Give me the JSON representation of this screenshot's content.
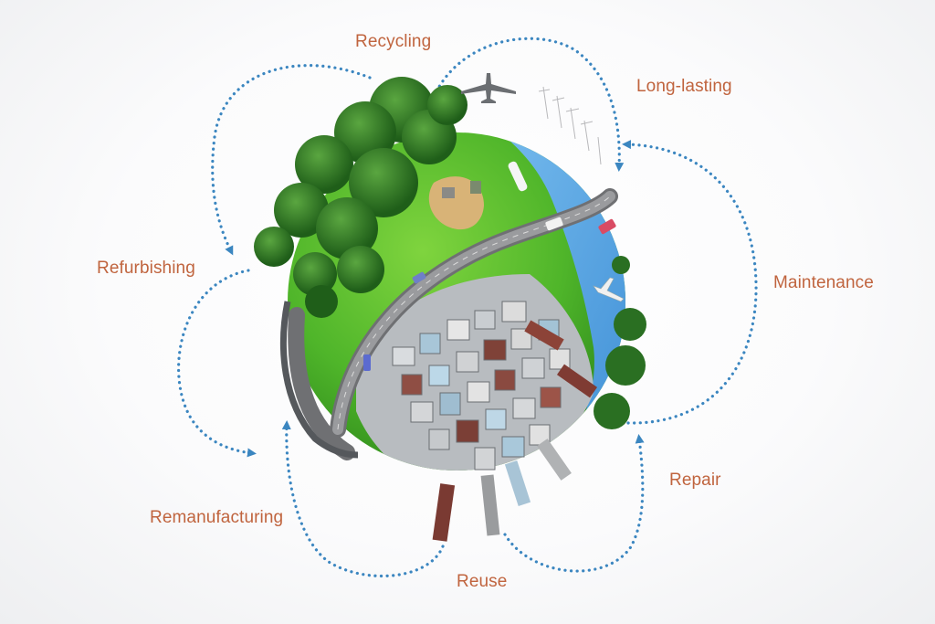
{
  "diagram": {
    "type": "circular-economy-cycle",
    "center_image": "globe-with-forest-river-highway-city",
    "colors": {
      "label_text": "#c0643e",
      "arrow": "#3b86c0",
      "background": "#fbfbfc",
      "grass": "#4fb52a",
      "trees": "#2f7d25",
      "river": "#58a7e4",
      "road": "#7d7d80"
    },
    "stages": [
      {
        "id": "recycling",
        "label": "Recycling"
      },
      {
        "id": "long-lasting",
        "label": "Long-lasting"
      },
      {
        "id": "maintenance",
        "label": "Maintenance"
      },
      {
        "id": "repair",
        "label": "Repair"
      },
      {
        "id": "reuse",
        "label": "Reuse"
      },
      {
        "id": "remanufacturing",
        "label": "Remanufacturing"
      },
      {
        "id": "refurbishing",
        "label": "Refurbishing"
      }
    ],
    "arrow_style": "dotted-arc-with-arrowhead"
  }
}
